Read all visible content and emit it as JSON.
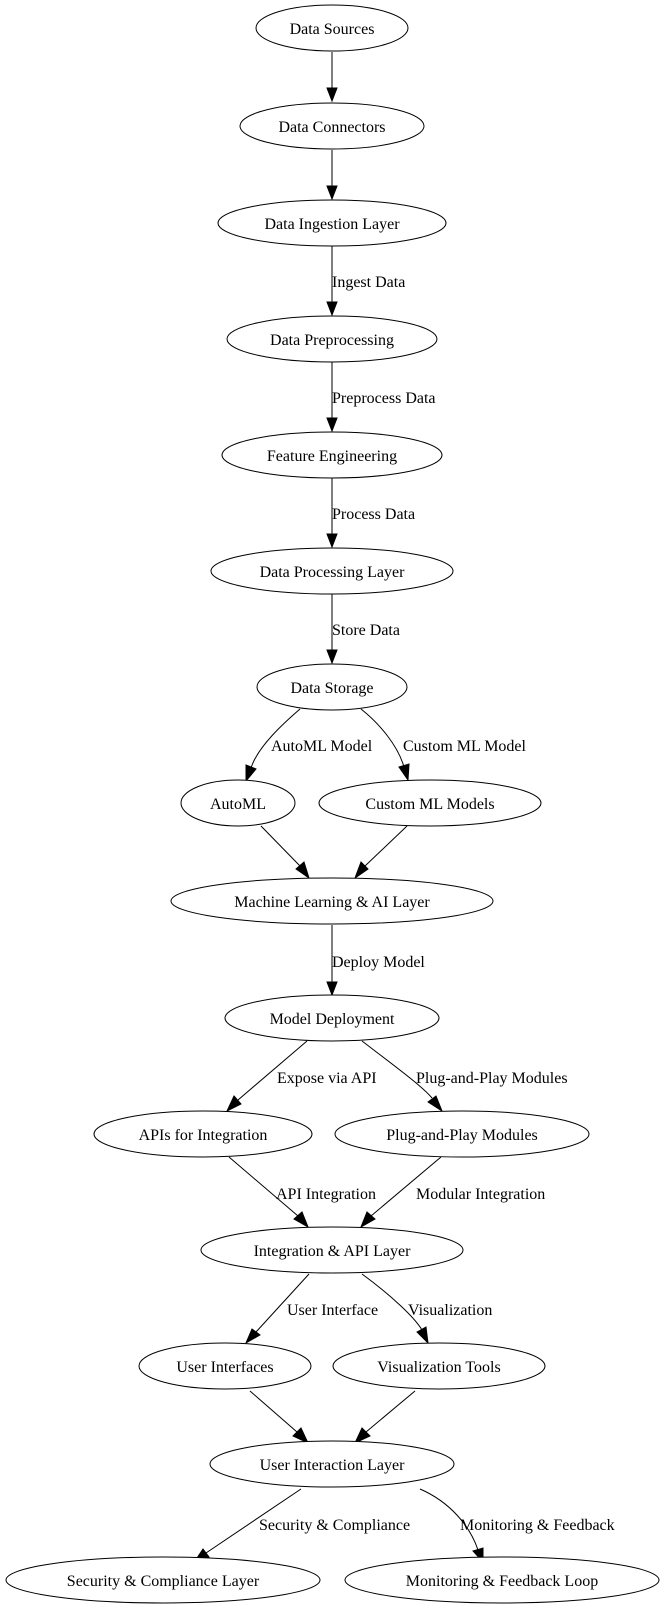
{
  "nodes": {
    "data_sources": "Data Sources",
    "data_connectors": "Data Connectors",
    "data_ingestion_layer": "Data Ingestion Layer",
    "data_preprocessing": "Data Preprocessing",
    "feature_engineering": "Feature Engineering",
    "data_processing_layer": "Data Processing Layer",
    "data_storage": "Data Storage",
    "automl": "AutoML",
    "custom_ml_models": "Custom ML Models",
    "ml_ai_layer": "Machine Learning & AI Layer",
    "model_deployment": "Model Deployment",
    "apis_for_integration": "APIs for Integration",
    "plug_and_play_modules": "Plug-and-Play Modules",
    "integration_api_layer": "Integration & API Layer",
    "user_interfaces": "User Interfaces",
    "visualization_tools": "Visualization Tools",
    "user_interaction_layer": "User Interaction Layer",
    "security_compliance_layer": "Security & Compliance Layer",
    "monitoring_feedback_loop": "Monitoring & Feedback Loop"
  },
  "edges": {
    "ingest_data": "Ingest Data",
    "preprocess_data": "Preprocess Data",
    "process_data": "Process Data",
    "store_data": "Store Data",
    "automl_model": "AutoML Model",
    "custom_ml_model": "Custom ML Model",
    "deploy_model": "Deploy Model",
    "expose_via_api": "Expose via API",
    "plug_and_play_modules": "Plug-and-Play Modules",
    "api_integration": "API Integration",
    "modular_integration": "Modular Integration",
    "user_interface": "User Interface",
    "visualization": "Visualization",
    "security_compliance": "Security & Compliance",
    "monitoring_feedback": "Monitoring & Feedback"
  }
}
